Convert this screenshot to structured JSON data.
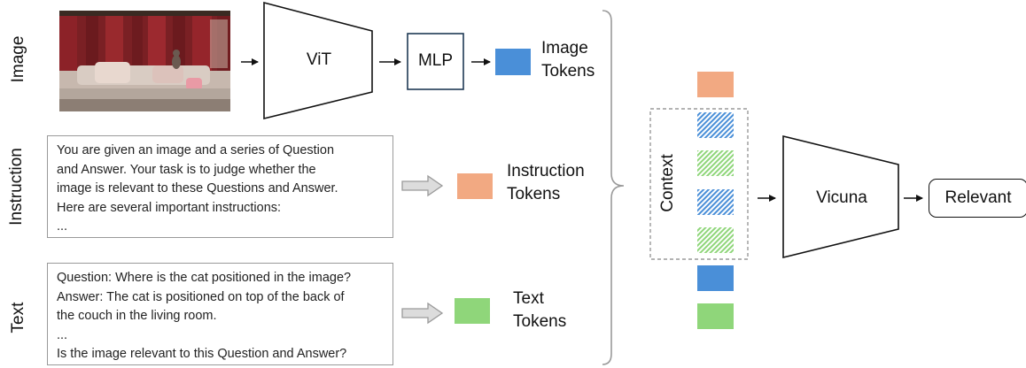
{
  "rows": {
    "image": "Image",
    "instruction": "Instruction",
    "text": "Text"
  },
  "encoder": {
    "label": "ViT"
  },
  "projector": {
    "label": "MLP"
  },
  "image_tokens": {
    "label": "Image\nTokens",
    "color": "#4a8fd8"
  },
  "instruction_box": {
    "text": "You are given an image and a series of Question\nand Answer. Your task is to judge whether the\nimage is relevant to these Questions and Answer.\nHere are several important instructions:\n..."
  },
  "instruction_tokens": {
    "label": "Instruction\nTokens",
    "color": "#f2a982"
  },
  "text_box": {
    "text": "Question: Where is the cat positioned in the image?\nAnswer: The cat is positioned on top of the back of\nthe couch in the living room.\n...\nIs the image relevant to this Question and Answer?"
  },
  "text_tokens": {
    "label": "Text\nTokens",
    "color": "#8fd67a"
  },
  "context": {
    "label": "Context"
  },
  "llm": {
    "label": "Vicuna"
  },
  "output": {
    "label": "Relevant"
  },
  "colors": {
    "blue": "#4a8fd8",
    "orange": "#f2a982",
    "green": "#8fd67a",
    "hatch_blue": "#4a8fd8",
    "hatch_green": "#8fd67a"
  },
  "icons": {
    "arrow": "arrow-right-icon",
    "hollow_arrow": "hollow-arrow-icon",
    "brace": "curly-brace-icon",
    "photo": "living-room-photo"
  }
}
